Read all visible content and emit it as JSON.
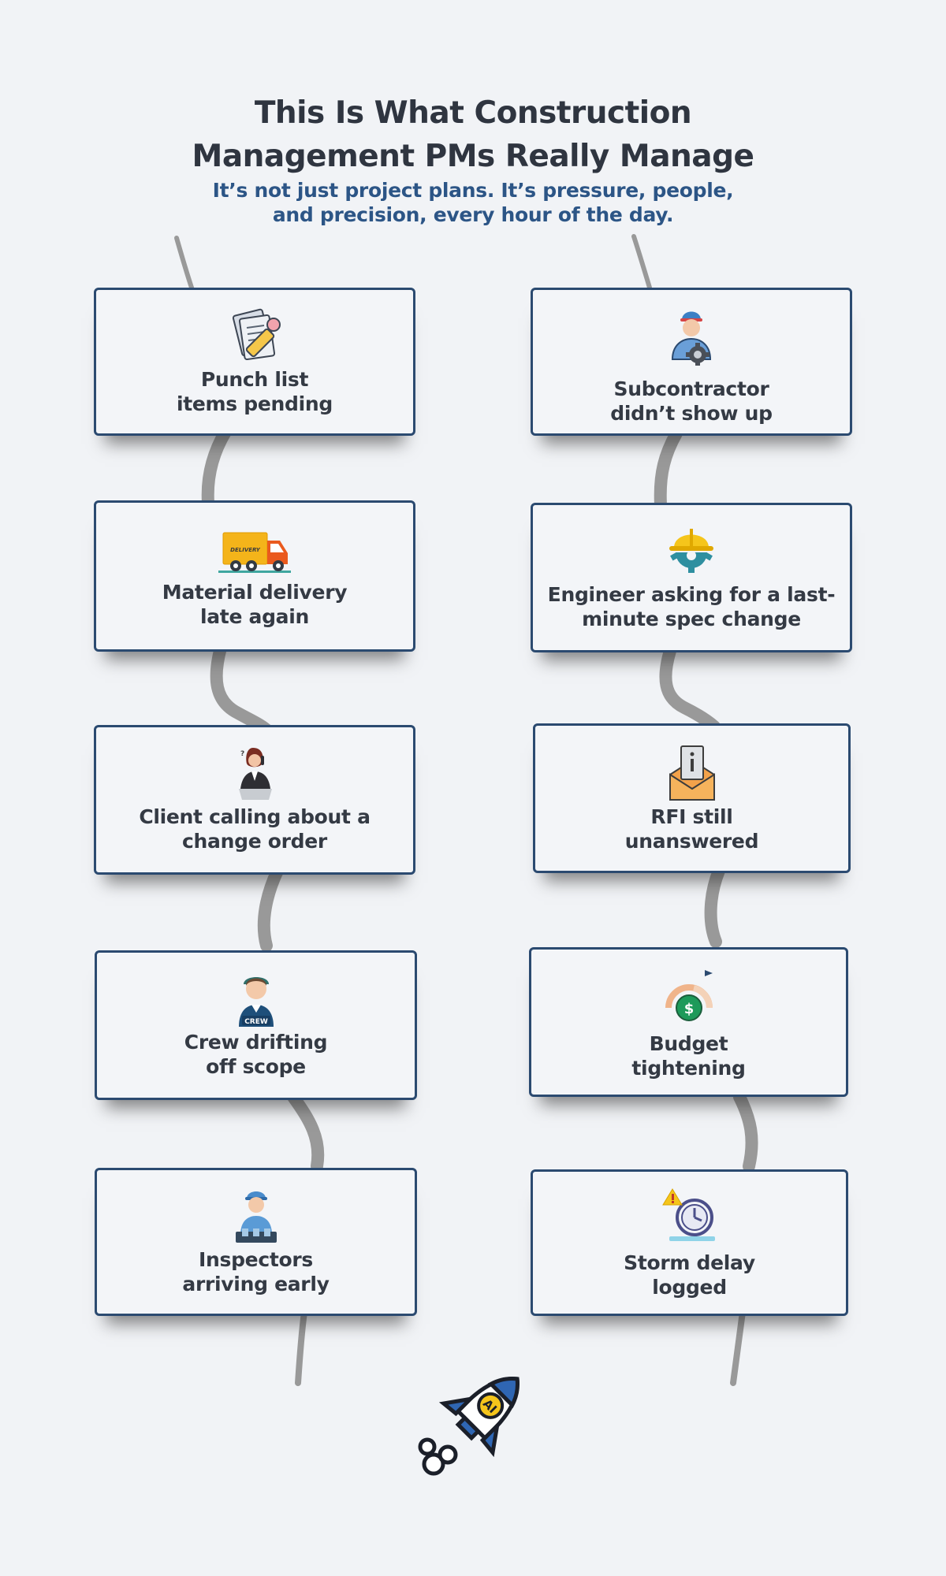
{
  "header": {
    "title_line1": "This Is What Construction",
    "title_line2": "Management PMs Really Manage",
    "subtitle_line1": "It’s not just project plans. It’s pressure, people,",
    "subtitle_line2": "and precision, every hour of the day."
  },
  "left_column": [
    {
      "line1": "Punch list",
      "line2": "items pending",
      "icon": "clipboard-pencil-icon"
    },
    {
      "line1": "Material delivery",
      "line2": "late again",
      "icon": "delivery-truck-icon",
      "icon_text": "DELIVERY"
    },
    {
      "line1": "Client calling about a",
      "line2": "change order",
      "icon": "client-phone-call-icon"
    },
    {
      "line1": "Crew drifting",
      "line2": "off scope",
      "icon": "crew-worker-icon",
      "icon_text": "CREW"
    },
    {
      "line1": "Inspectors",
      "line2": "arriving early",
      "icon": "inspector-icon"
    }
  ],
  "right_column": [
    {
      "line1": "Subcontractor",
      "line2": "didn’t show up",
      "icon": "subcontractor-gear-icon"
    },
    {
      "line1": "Engineer asking for a last-",
      "line2": "minute spec change",
      "icon": "hardhat-gear-icon"
    },
    {
      "line1": "RFI still",
      "line2": "unanswered",
      "icon": "rfi-envelope-icon"
    },
    {
      "line1": "Budget",
      "line2": "tightening",
      "icon": "budget-gauge-icon"
    },
    {
      "line1": "Storm delay",
      "line2": "logged",
      "icon": "storm-clock-icon"
    }
  ],
  "footer": {
    "rocket_icon": "ai-rocket-icon",
    "rocket_text": "AI"
  },
  "colors": {
    "background": "#f1f3f6",
    "title": "#2f3540",
    "subtitle": "#2c5586",
    "card_border": "#2b4a70",
    "track": "#8e8e8e"
  }
}
